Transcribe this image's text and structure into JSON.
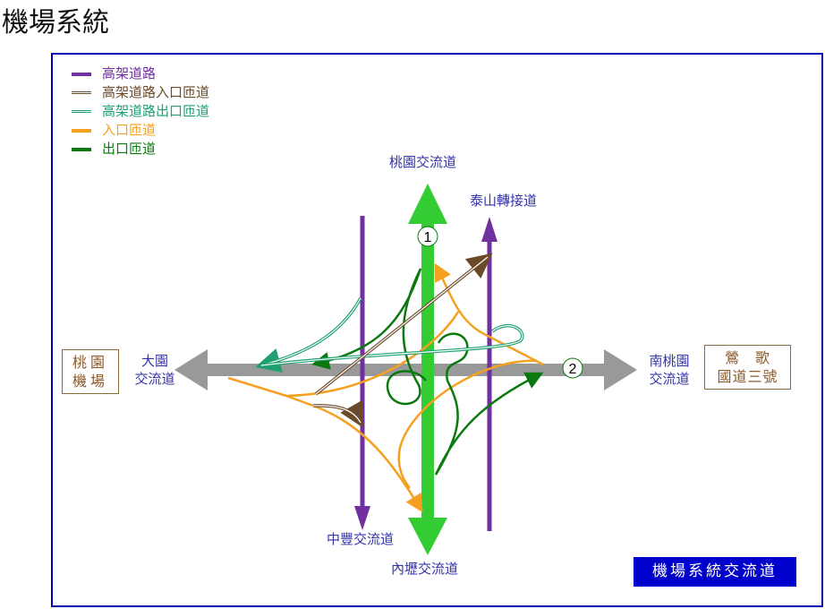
{
  "title": "機場系統",
  "legend": [
    {
      "label": "高架道路",
      "color": "#7030a0",
      "style": "solid"
    },
    {
      "label": "高架道路入口匝道",
      "color": "#6b4a2a",
      "style": "double"
    },
    {
      "label": "高架道路出口匝道",
      "color": "#20a070",
      "style": "double"
    },
    {
      "label": "入口匝道",
      "color": "#f5a020",
      "style": "solid"
    },
    {
      "label": "出口匝道",
      "color": "#0a7a10",
      "style": "solid"
    }
  ],
  "labels": {
    "north": "桃園交流道",
    "taishan": "泰山轉接道",
    "west1": "大園",
    "west2": "交流道",
    "east1": "南桃園",
    "east2": "交流道",
    "zhongfeng": "中豐交流道",
    "south": "內壢交流道"
  },
  "boxes": {
    "left1": "桃園",
    "left2": "機場",
    "right1": "鶯　歌",
    "right2": "國道三號"
  },
  "markers": [
    "1",
    "2"
  ],
  "badge": "機場系統交流道"
}
